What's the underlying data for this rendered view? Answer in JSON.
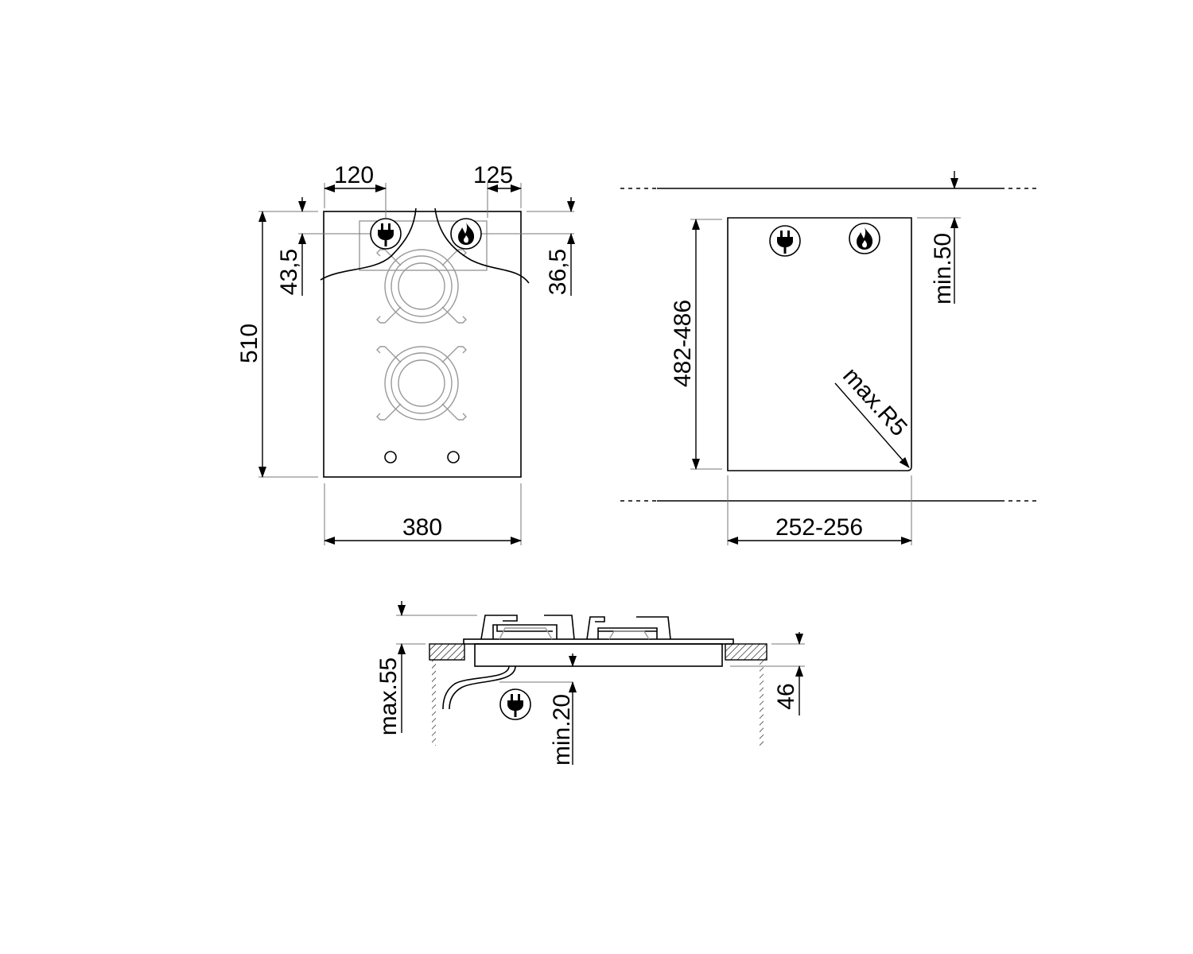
{
  "front_view": {
    "dim_plug_offset": "120",
    "dim_gas_offset": "125",
    "dim_plug_depth": "43,5",
    "dim_gas_depth": "36,5",
    "dim_depth": "510",
    "dim_width": "380",
    "icons": [
      "plug-icon",
      "gas-flame-icon"
    ]
  },
  "cutout_view": {
    "dim_depth": "482-486",
    "dim_clearance": "min.50",
    "dim_radius": "max.R5",
    "dim_width": "252-256",
    "icons": [
      "plug-icon",
      "gas-flame-icon"
    ]
  },
  "side_view": {
    "dim_total_height": "max.55",
    "dim_below_clearance": "min.20",
    "dim_body_height": "46",
    "icons": [
      "plug-icon"
    ]
  },
  "colors": {
    "line": "#000000",
    "hidden_detail": "#999999"
  }
}
